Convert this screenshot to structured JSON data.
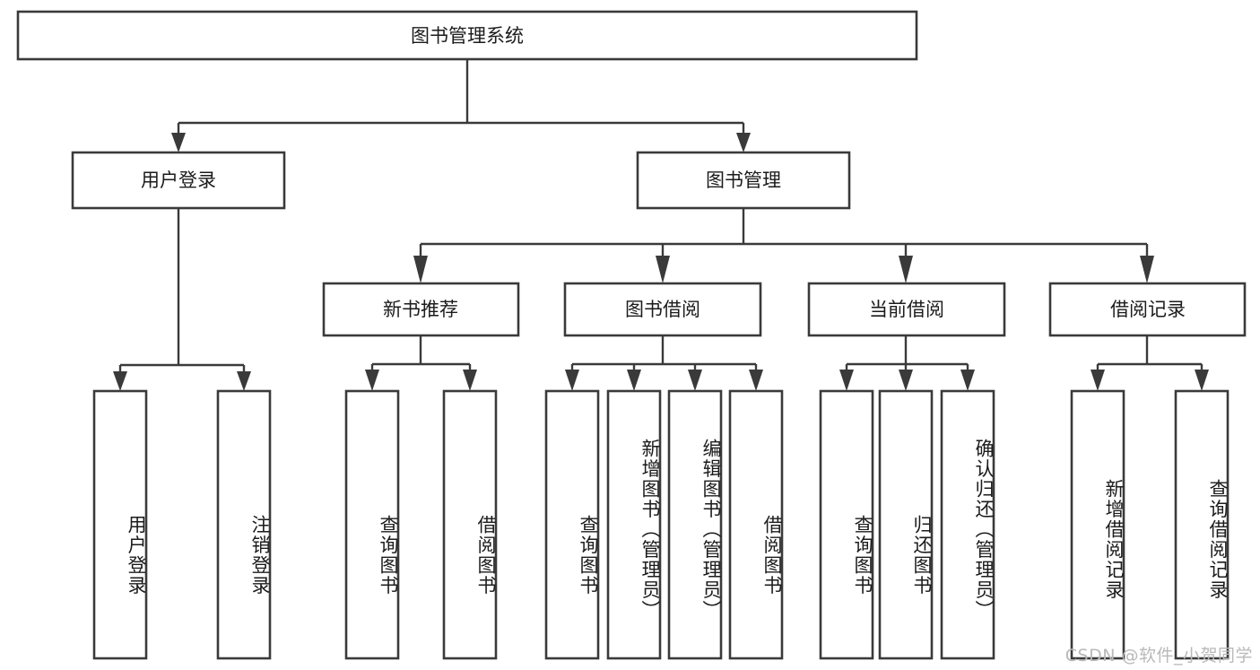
{
  "title": "图书管理系统",
  "watermark": "CSDN @软件_小贺同学",
  "diagram": {
    "type": "tree-hierarchy-diagram",
    "orientation": "top-down",
    "box_fill": "#ffffff",
    "box_stroke": "#3a3a3a",
    "text_color": "#1b1b1b",
    "root": {
      "label": "图书管理系统"
    },
    "level2": [
      {
        "label": "用户登录"
      },
      {
        "label": "图书管理"
      }
    ],
    "level3": [
      {
        "label": "新书推荐"
      },
      {
        "label": "图书借阅"
      },
      {
        "label": "当前借阅"
      },
      {
        "label": "借阅记录"
      }
    ],
    "leaves": {
      "user_login": [
        {
          "label": "用户登录"
        },
        {
          "label": "注销登录"
        }
      ],
      "new_book_recommend": [
        {
          "label": "查询图书"
        },
        {
          "label": "借阅图书"
        }
      ],
      "book_borrow": [
        {
          "label": "查询图书"
        },
        {
          "label": "新增图书（管理员）"
        },
        {
          "label": "编辑图书（管理员）"
        },
        {
          "label": "借阅图书"
        }
      ],
      "current_borrow": [
        {
          "label": "查询图书"
        },
        {
          "label": "归还图书"
        },
        {
          "label": "确认归还（管理员）"
        }
      ],
      "borrow_record": [
        {
          "label": "新增借阅记录"
        },
        {
          "label": "查询借阅记录"
        }
      ]
    }
  }
}
